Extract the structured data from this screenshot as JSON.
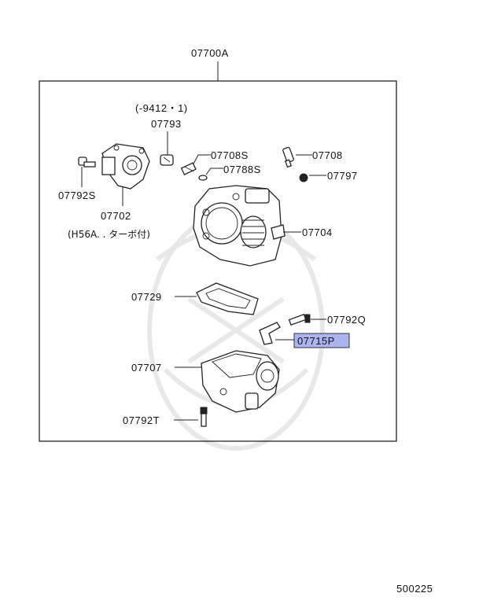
{
  "labels": {
    "assembly": "07700A",
    "date_range": "(-9412・1)",
    "sensor_top": "07793",
    "screw_a": "07708S",
    "bolt_a": "07708",
    "oring": "07788S",
    "nut": "07797",
    "screw_left": "07792S",
    "throttle_sensor": "07702",
    "throttle_sensor_note": "(H56A. . ターボ付)",
    "throttle_body": "07704",
    "gasket": "07729",
    "bolt_b": "07792Q",
    "bracket_highlighted": "07715P",
    "isc_body": "07707",
    "bolt_bottom": "07792T"
  },
  "highlighted_part": "07715P",
  "highlight_color": "#aab4f0",
  "footer_code": "500225"
}
